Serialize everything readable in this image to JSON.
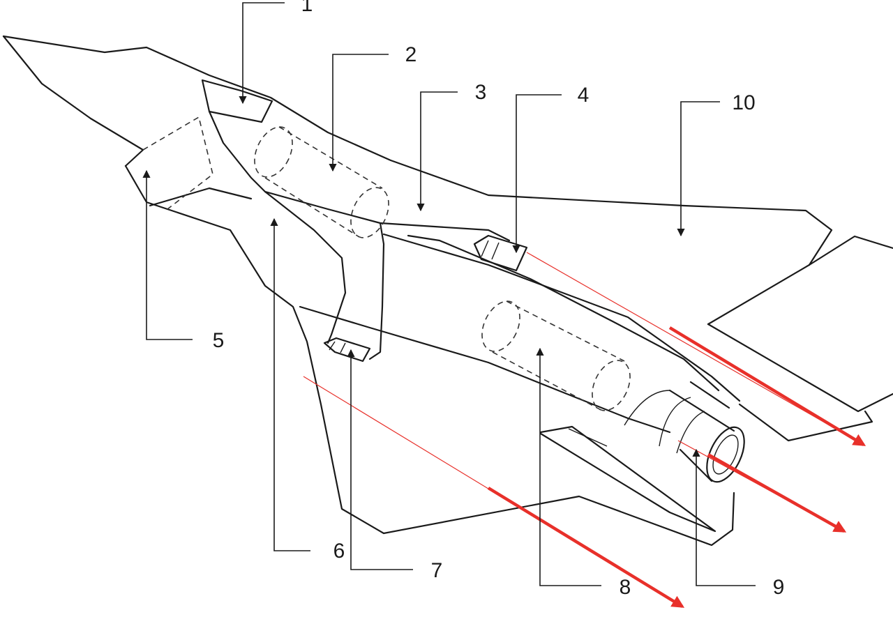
{
  "callouts": [
    "1",
    "2",
    "3",
    "4",
    "5",
    "6",
    "7",
    "8",
    "9",
    "10"
  ],
  "colors": {
    "line": "#1a1a1a",
    "flow_arrow": "#e8302a",
    "background": "#ffffff"
  }
}
